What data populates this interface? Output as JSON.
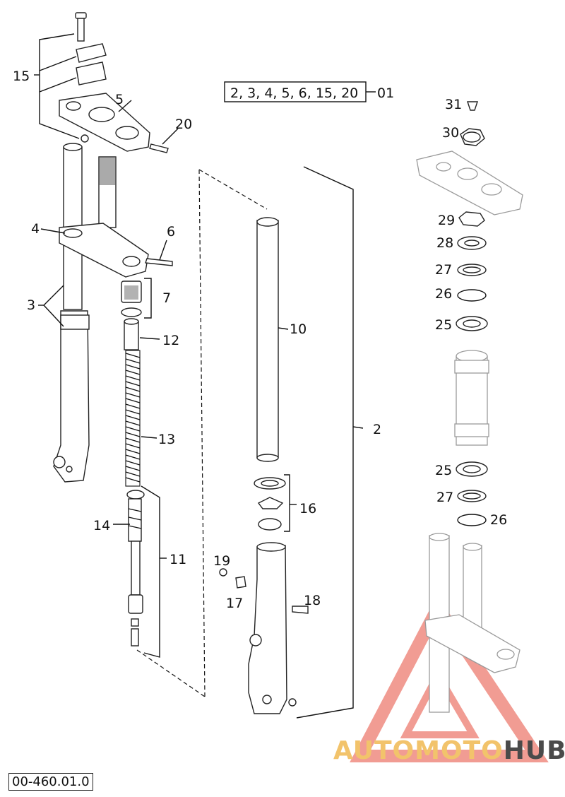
{
  "diagram": {
    "set_box": "2, 3, 4, 5, 6, 15, 20",
    "set_code": "01",
    "callouts": {
      "c2": "2",
      "c3": "3",
      "c4": "4",
      "c5": "5",
      "c6": "6",
      "c7": "7",
      "c10": "10",
      "c11": "11",
      "c12": "12",
      "c13": "13",
      "c14": "14",
      "c15": "15",
      "c16": "16",
      "c17": "17",
      "c18": "18",
      "c19": "19",
      "c20": "20",
      "c25a": "25",
      "c25b": "25",
      "c26a": "26",
      "c26b": "26",
      "c27a": "27",
      "c27b": "27",
      "c28": "28",
      "c29": "29",
      "c30": "30",
      "c31": "31"
    },
    "reference": "00-460.01.0"
  },
  "watermark": {
    "part1": "AUTOMOTO",
    "part2": "HUB",
    "accent": "#e74c3c",
    "text_accent": "#f2c36b"
  }
}
